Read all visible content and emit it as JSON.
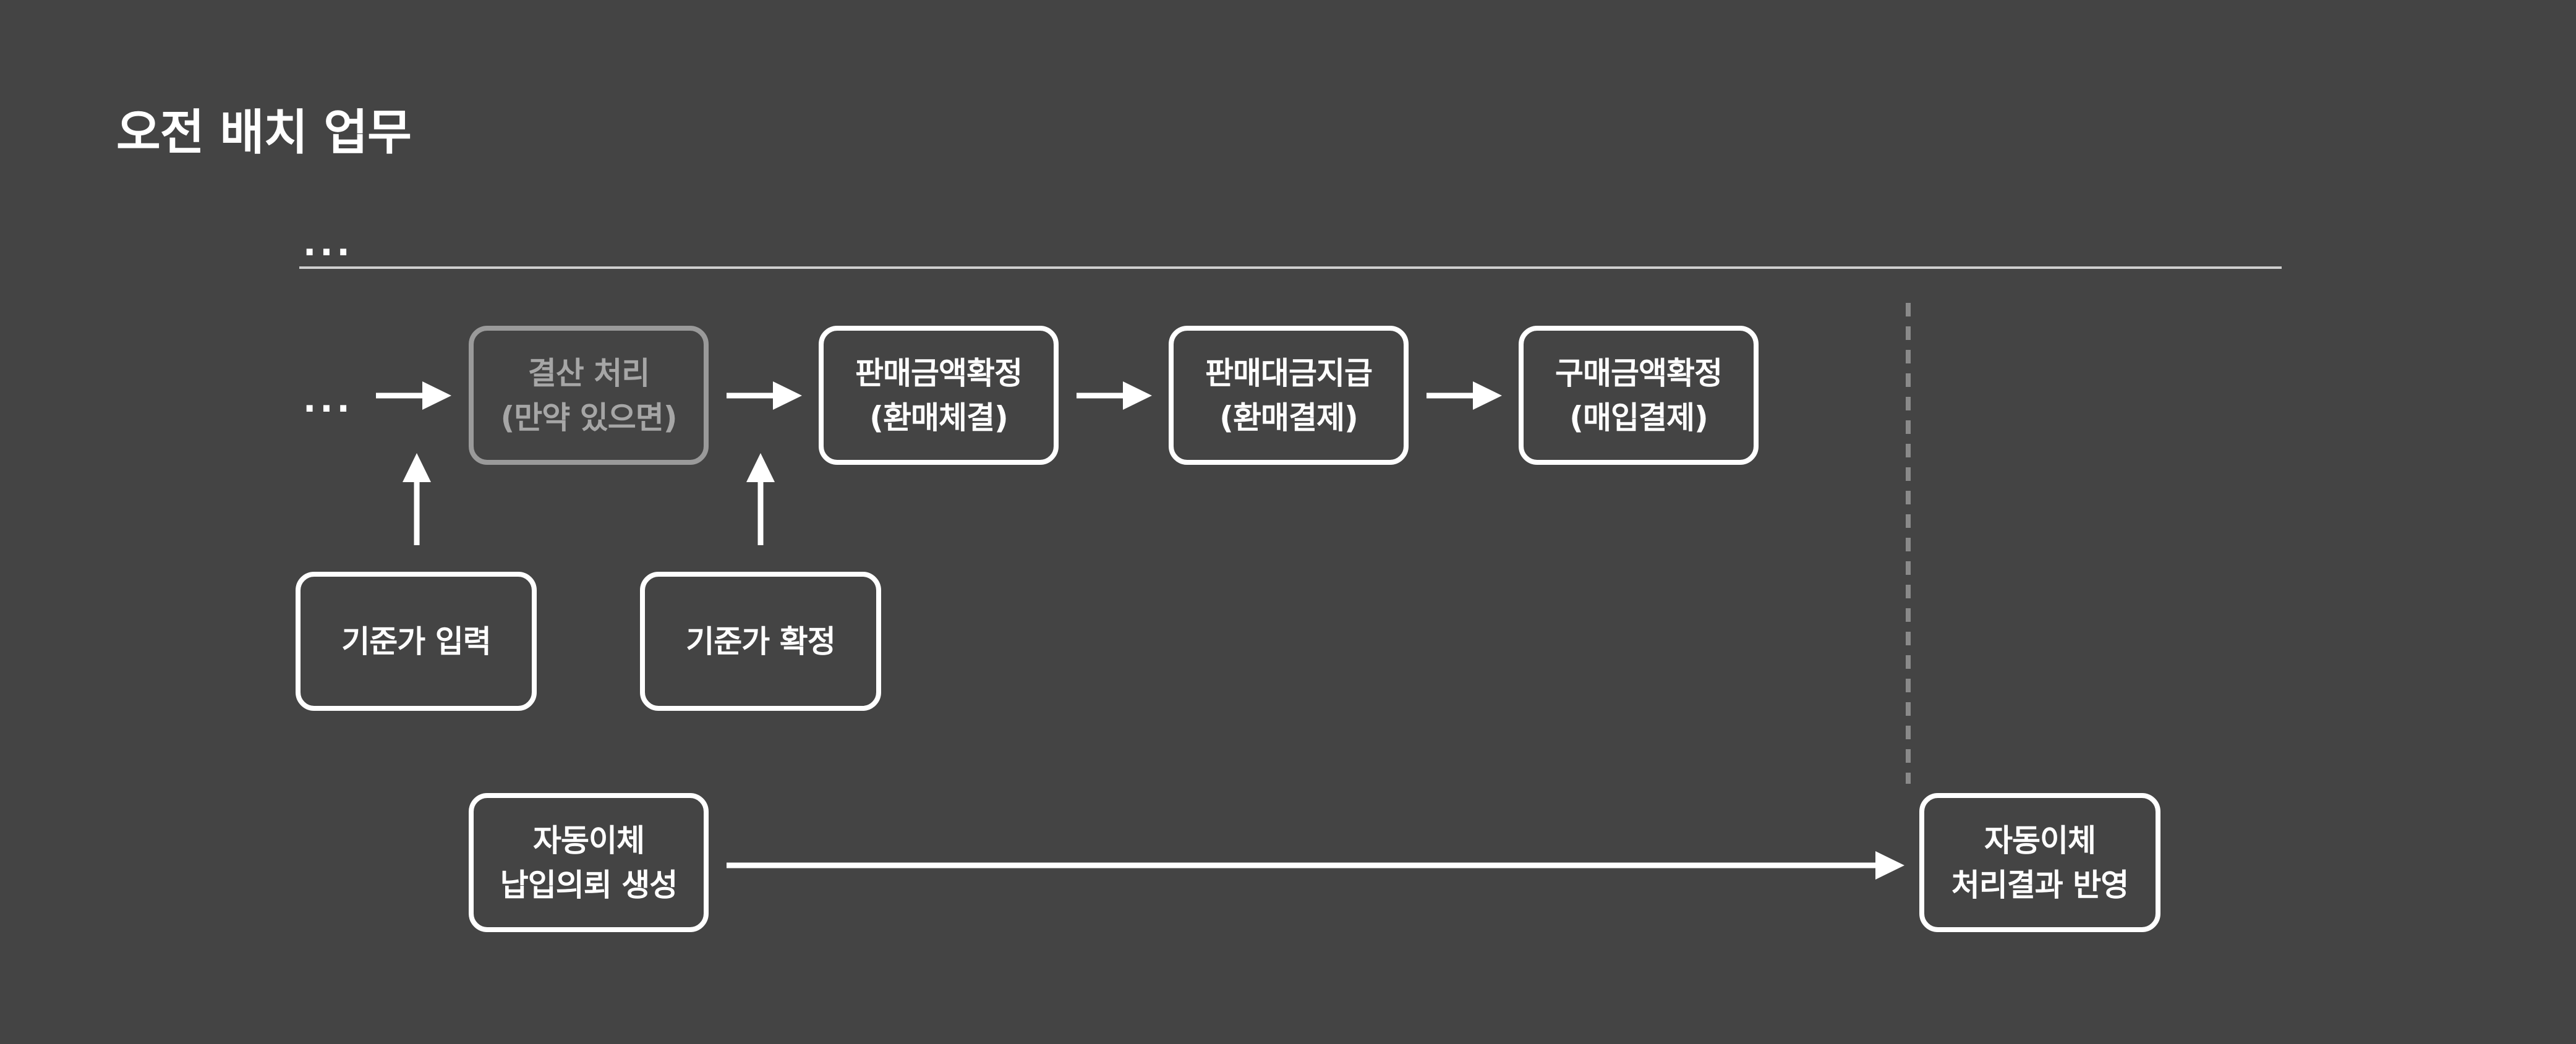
{
  "title": "오전 배치 업무",
  "ellipsis": "...",
  "nodes": {
    "settlement": {
      "line1": "결산 처리",
      "line2": "(만약 있으면)"
    },
    "sales_amount_confirm": {
      "line1": "판매금액확정",
      "line2": "(환매체결)"
    },
    "sales_payment": {
      "line1": "판매대금지급",
      "line2": "(환매결제)"
    },
    "purchase_amount_confirm": {
      "line1": "구매금액확정",
      "line2": "(매입결제)"
    },
    "base_price_input": {
      "line1": "기준가 입력"
    },
    "base_price_confirm": {
      "line1": "기준가 확정"
    },
    "auto_transfer_request": {
      "line1": "자동이체",
      "line2": "납입의뢰 생성"
    },
    "auto_transfer_result": {
      "line1": "자동이체",
      "line2": "처리결과 반영"
    }
  },
  "colors": {
    "background": "#444444",
    "foreground": "#ffffff",
    "muted": "#9a9a9a",
    "divider": "#cfcfcf",
    "dashed": "#8a8a8a"
  }
}
